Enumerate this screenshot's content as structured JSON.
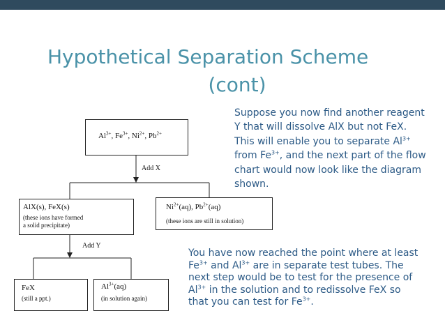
{
  "slide": {
    "title_line1": "Hypothetical Separation Scheme",
    "title_line2": "(cont)",
    "para1": {
      "a": "Suppose you now find another reagent Y that will dissolve AlX but not FeX. This will enable you to separate Al",
      "sup1": "3+",
      "b": " from Fe",
      "sup2": "3+",
      "c": ", and the next part of the flow chart would now look like the diagram shown."
    },
    "para2": {
      "a": "You have now reached the point where at least Fe",
      "sup1": "3+",
      "b": " and Al",
      "sup2": "3+",
      "c": " are in separate test tubes. The next step would be to test for the presence of Al",
      "sup3": "3+",
      "d": " in the solution and to redissolve FeX so that you can test for Fe",
      "sup4": "3+",
      "e": "."
    }
  },
  "flowchart": {
    "top": {
      "al": "Al",
      "al_sup": "3+",
      "fe": ", Fe",
      "fe_sup": "3+",
      "ni": ", Ni",
      "ni_sup": "2+",
      "pb": ", Pb",
      "pb_sup": "2+"
    },
    "add_x": "Add X",
    "alx_title": "AlX(s), FeX(s)",
    "alx_note1": "(these ions have formed",
    "alx_note2": "a solid precipitate)",
    "ni_a": "Ni",
    "ni_sup": "2+",
    "ni_b": "(aq), Pb",
    "pb_sup": "2+",
    "ni_c": "(aq)",
    "ni_note": "(these ions are still in solution)",
    "add_y": "Add Y",
    "fex_title": "FeX",
    "fex_note": "(still a ppt.)",
    "al_a": "Al",
    "al_sup": "3+",
    "al_b": "(aq)",
    "al_note": "(in solution again)"
  },
  "colors": {
    "title": "#4a92a8",
    "body_text": "#2c5a86",
    "top_bar": "#2f4a5e"
  }
}
